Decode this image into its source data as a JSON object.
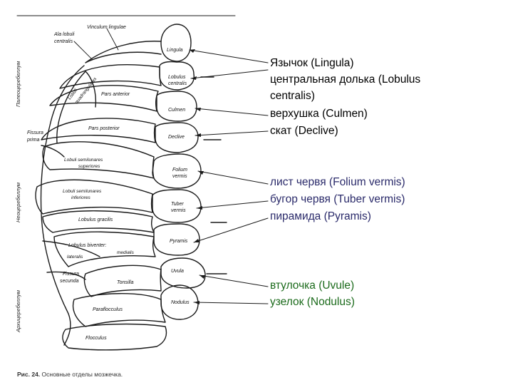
{
  "diagram_labels": {
    "vinculum": "Vinculum lingulae",
    "ala1": "Ala lobuli",
    "ala2": "centralis",
    "lingula": "Lingula",
    "lobulus1": "Lobulus",
    "lobulus2": "centralis",
    "culmen": "Culmen",
    "declive": "Declive",
    "pars_anterior": "Pars anterior",
    "lobuli_quad1": "Lobuli",
    "lobuli_quad2": "quadrangulares",
    "pars_posterior": "Pars posterior",
    "fissura_prima1": "Fissura",
    "fissura_prima2": "prima",
    "semilunares_sup1": "Lobuli semilunares",
    "semilunares_sup2": "superiores",
    "folium1": "Folium",
    "folium2": "vermis",
    "semilunares_inf1": "Lobuli semilunares",
    "semilunares_inf2": "inferiores",
    "tuber1": "Tuber",
    "tuber2": "vermis",
    "gracilis": "Lobulus gracilis",
    "biventer": "Lobulus biventer:",
    "lateralis": "lateralis",
    "medialis": "medialis",
    "pyramis": "Pyramis",
    "uvula": "Uvula",
    "fissura_sec1": "Fissura",
    "fissura_sec2": "secunda",
    "tonsilla": "Tonsilla",
    "nodulus": "Nodulus",
    "paraflocculus": "Paraflocculus",
    "flocculus": "Flocculus",
    "side_top": "Палеоцеребеллум",
    "side_mid": "Неоцеребеллум",
    "side_bot": "Архицеребеллум"
  },
  "right_labels": {
    "l1": "Язычок (Lingula)",
    "l2": "центральная долька (Lobulus",
    "l3": "centralis)",
    "l4": "верхушка (Culmen)",
    "l5": "скат (Declive)",
    "l6": "лист червя (Folium vermis)",
    "l7": "бугор червя (Tuber vermis)",
    "l8": "пирамида (Pyramis)",
    "l9": "втулочка (Uvule)",
    "l10": "узелок (Nodulus)"
  },
  "caption": {
    "number": "Рис. 24.",
    "text": "Основные отделы мозжечка."
  },
  "colors": {
    "line": "#1a1a1a",
    "label_black": "#000000",
    "label_green": "#1c6b1c",
    "label_blue": "#2a2a6a"
  }
}
